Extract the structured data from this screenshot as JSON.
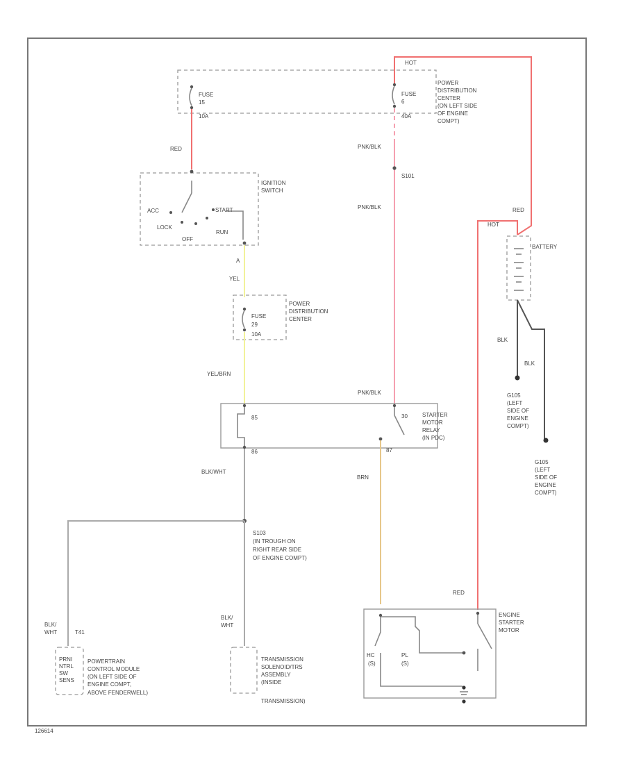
{
  "colors": {
    "red": "#f07070",
    "pink": "#f5a0b0",
    "yellow": "#f2f29a",
    "tan": "#e6c78a",
    "gray": "#aaaaaa",
    "black": "#555555"
  },
  "labels": {
    "hot": "HOT",
    "fuse_left": [
      "FUSE",
      "15",
      "10A"
    ],
    "fuse_right": [
      "FUSE",
      "6",
      "40A"
    ],
    "pdc_top": [
      "POWER",
      "DISTRIBUTION",
      "CENTER",
      "(ON LEFT SIDE",
      "OF ENGINE",
      "COMPT)"
    ],
    "red_left": "RED",
    "ignition_switch": [
      "IGNITION",
      "SWITCH"
    ],
    "acc": "ACC",
    "start": "START",
    "lock": "LOCK",
    "run": "RUN",
    "off": "OFF",
    "term_a": "A",
    "yel": "YEL",
    "pdc_mid": [
      "POWER",
      "DISTRIBUTION",
      "CENTER"
    ],
    "fuse_mid": [
      "FUSE",
      "29",
      "10A"
    ],
    "yel_brn": "YEL/BRN",
    "pnk_blk_1": "PNK/BLK",
    "splice_s101": "S101",
    "pnk_blk_2": "PNK/BLK",
    "pnk_blk_3": "PNK/BLK",
    "starter_relay": [
      "STARTER",
      "MOTOR",
      "RELAY",
      "(IN PDC)"
    ],
    "relay_85": "85",
    "relay_86": "86",
    "relay_30": "30",
    "relay_87": "87",
    "blk_wht_1": "BLK/WHT",
    "brn": "BRN",
    "splice_s103": [
      "S103",
      "(IN TROUGH ON",
      "RIGHT REAR SIDE",
      "OF ENGINE COMPT)"
    ],
    "red_battery": "RED",
    "hot_battery": "HOT",
    "battery": "BATTERY",
    "blk_1": "BLK",
    "blk_2": "BLK",
    "ground_left": [
      "G105",
      "(LEFT",
      "SIDE OF",
      "ENGINE",
      "COMPT)"
    ],
    "ground_right": [
      "G105",
      "(LEFT",
      "SIDE OF",
      "ENGINE",
      "COMPT)"
    ],
    "blk_wht_2": [
      "BLK/",
      "WHT"
    ],
    "t41": "T41",
    "pcm": [
      "POWERTRAIN",
      "CONTROL MODULE",
      "(ON LEFT SIDE OF",
      "ENGINE COMPT,",
      "ABOVE FENDERWELL)"
    ],
    "pcm_box": [
      "PRNI",
      "NTRL",
      "SW",
      "SENS"
    ],
    "blk_wht_3": [
      "BLK/",
      "WHT"
    ],
    "transmission": [
      "TRANSMISSION",
      "SOLENOID/TRS",
      "ASSEMBLY",
      "(INSIDE",
      "TRANSMISSION)"
    ],
    "red_starter": "RED",
    "engine_starter": [
      "ENGINE",
      "STARTER",
      "MOTOR"
    ],
    "starter_hc": [
      "HC",
      "(S)"
    ],
    "starter_pl": [
      "PL",
      "(S)"
    ],
    "figure_code": "126614"
  }
}
